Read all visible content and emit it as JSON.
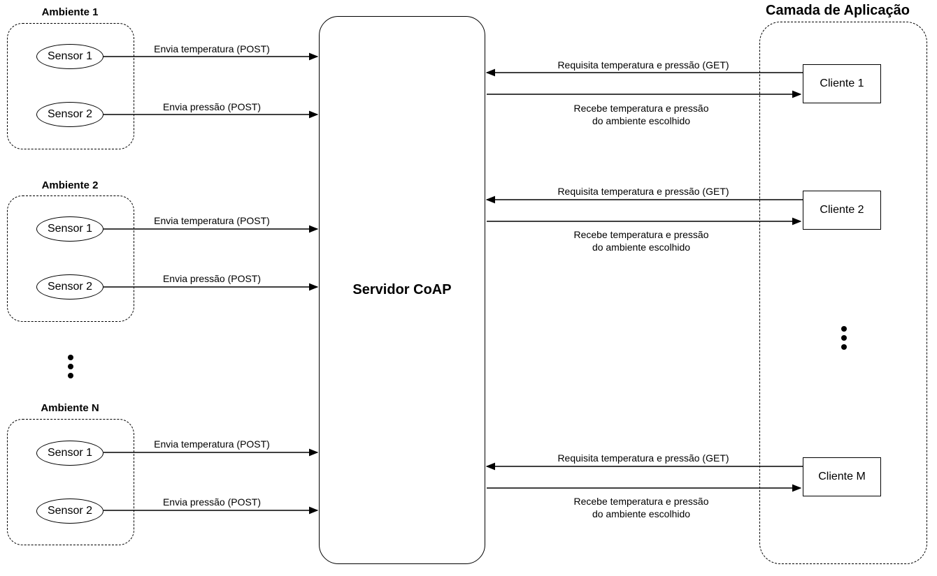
{
  "layer_title": "Camada de Aplicação",
  "server_label": "Servidor CoAP",
  "environments": [
    {
      "title": "Ambiente 1",
      "sensors": [
        "Sensor 1",
        "Sensor 2"
      ]
    },
    {
      "title": "Ambiente 2",
      "sensors": [
        "Sensor 1",
        "Sensor 2"
      ]
    },
    {
      "title": "Ambiente N",
      "sensors": [
        "Sensor 1",
        "Sensor 2"
      ]
    }
  ],
  "sensor_edges": [
    "Envia temperatura (POST)",
    "Envia pressão (POST)"
  ],
  "clients": [
    "Cliente 1",
    "Cliente 2",
    "Cliente M"
  ],
  "client_request": "Requisita temperatura e pressão (GET)",
  "client_response": [
    "Recebe temperatura e pressão",
    "do ambiente escolhido"
  ]
}
